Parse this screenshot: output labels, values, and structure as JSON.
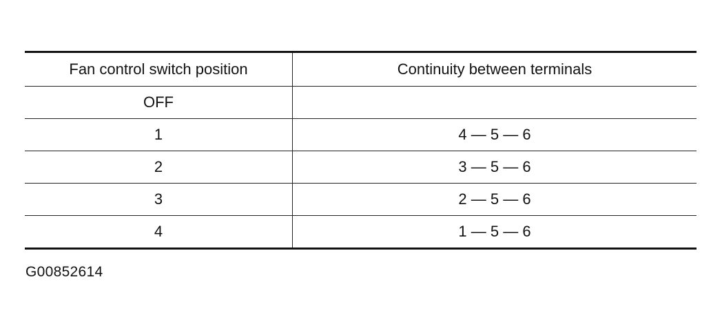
{
  "table": {
    "headers": [
      "Fan control switch position",
      "Continuity between terminals"
    ],
    "rows": [
      {
        "position": "OFF",
        "continuity": ""
      },
      {
        "position": "1",
        "continuity": "4 — 5 — 6"
      },
      {
        "position": "2",
        "continuity": "3 — 5 — 6"
      },
      {
        "position": "3",
        "continuity": "2 — 5 — 6"
      },
      {
        "position": "4",
        "continuity": "1 — 5 — 6"
      }
    ]
  },
  "figure_code": "G00852614"
}
